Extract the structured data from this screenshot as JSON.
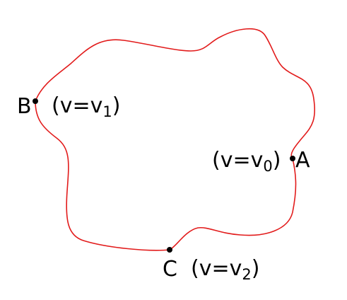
{
  "colors": {
    "curve": "#e21b1b",
    "points": "#000000",
    "text": "#000000"
  },
  "points": {
    "A": {
      "name": "A",
      "param": "v",
      "value_base": "v",
      "value_sub": "0"
    },
    "B": {
      "name": "B",
      "param": "v",
      "value_base": "v",
      "value_sub": "1"
    },
    "C": {
      "name": "C",
      "param": "v",
      "value_base": "v",
      "value_sub": "2"
    }
  },
  "text": {
    "open_paren": "(",
    "equals": "=",
    "close_paren": ")"
  }
}
